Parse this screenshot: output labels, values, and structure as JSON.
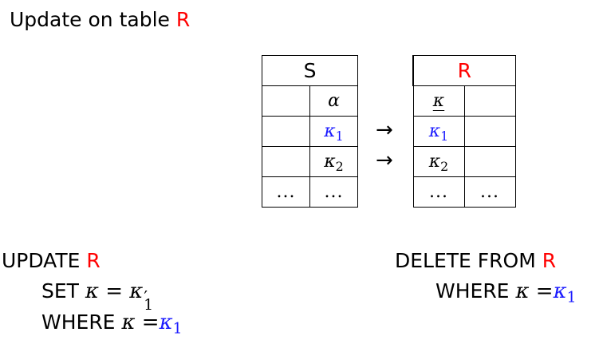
{
  "title": {
    "prefix": "Update on table",
    "table_name": "R"
  },
  "colors": {
    "highlight_red": "#ff0000",
    "highlight_blue": "#1a1aff"
  },
  "table_s": {
    "header": "S",
    "rows": [
      [
        "",
        "α"
      ],
      [
        "",
        "κ1"
      ],
      [
        "",
        "κ2"
      ],
      [
        "...",
        "..."
      ]
    ]
  },
  "table_r": {
    "header": "R",
    "rows": [
      [
        "κ",
        ""
      ],
      [
        "κ1",
        ""
      ],
      [
        "κ2",
        ""
      ],
      [
        "...",
        "..."
      ]
    ]
  },
  "arrows": [
    "→",
    "→"
  ],
  "update_statement": {
    "keyword_update": "UPDATE",
    "table": "R",
    "keyword_set": "SET",
    "set_lhs": "κ",
    "set_op": "=",
    "set_rhs_base": "κ",
    "set_rhs_prime": "′",
    "set_rhs_sub": "1",
    "keyword_where": "WHERE",
    "where_lhs": "κ",
    "where_op": "=",
    "where_rhs_base": "κ",
    "where_rhs_sub": "1"
  },
  "delete_statement": {
    "keyword_delete": "DELETE FROM",
    "table": "R",
    "keyword_where": "WHERE",
    "where_lhs": "κ",
    "where_op": "=",
    "where_rhs_base": "κ",
    "where_rhs_sub": "1"
  }
}
